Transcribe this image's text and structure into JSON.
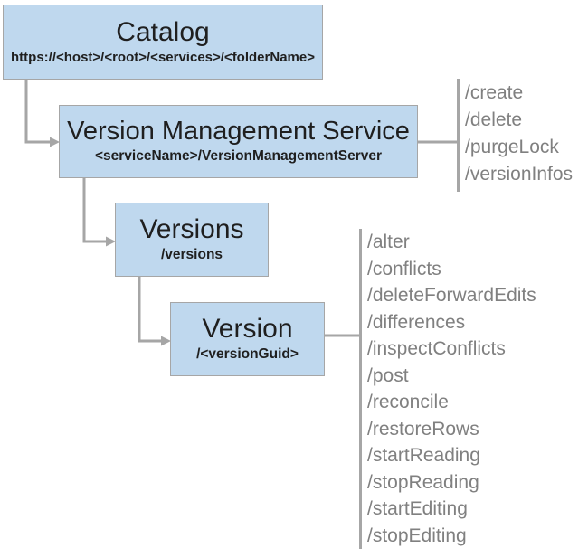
{
  "colors": {
    "box_fill": "#bfd8ee",
    "box_border": "#a6a6a6",
    "connector_gray": "#a6a6a6",
    "title_text": "#1f1f1f",
    "operations_text": "#808080",
    "background": "#ffffff"
  },
  "nodes": {
    "catalog": {
      "title": "Catalog",
      "subtitle": "https://<host>/<root>/<services>/<folderName>"
    },
    "vms": {
      "title": "Version Management Service",
      "subtitle": "<serviceName>/VersionManagementServer"
    },
    "versions": {
      "title": "Versions",
      "subtitle": "/versions"
    },
    "version": {
      "title": "Version",
      "subtitle": "/<versionGuid>"
    }
  },
  "operations": {
    "vms": [
      "/create",
      "/delete",
      "/purgeLock",
      "/versionInfos"
    ],
    "version": [
      "/alter",
      "/conflicts",
      "/deleteForwardEdits",
      "/differences",
      "/inspectConflicts",
      "/post",
      "/reconcile",
      "/restoreRows",
      "/startReading",
      "/stopReading",
      "/startEditing",
      "/stopEditing"
    ]
  }
}
